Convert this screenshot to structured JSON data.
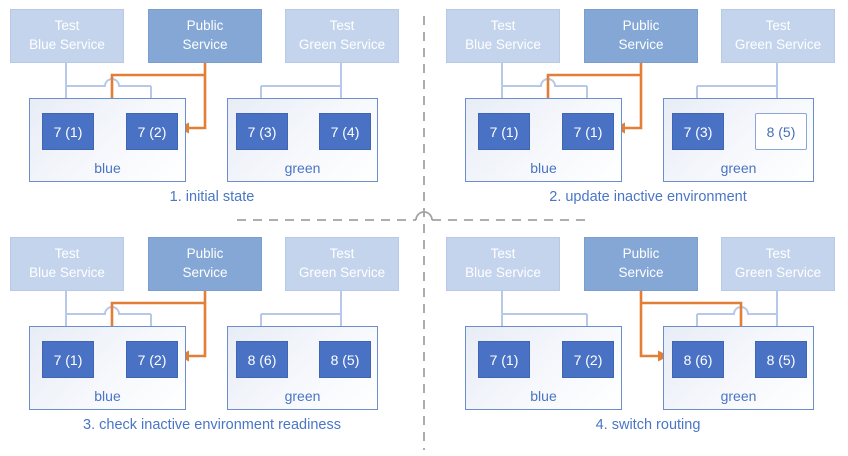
{
  "diagram": {
    "subject": "blue-green deployment routing states"
  },
  "colors": {
    "service_light_fill": "#c4d4ec",
    "service_public_fill": "#84a7d5",
    "pod_fill": "#4a72c4",
    "env_border": "#6d8ecd",
    "wire_light_blue": "#b7c9e8",
    "wire_orange": "#e27e36",
    "caption_text": "#4a76c6",
    "divider_gray": "#a3a3a3"
  },
  "quadrants": [
    {
      "caption": "1. initial state",
      "services": {
        "test_blue": {
          "line1": "Test",
          "line2": "Blue Service"
        },
        "public": {
          "line1": "Public",
          "line2": "Service"
        },
        "test_green": {
          "line1": "Test",
          "line2": "Green Service"
        }
      },
      "environments": {
        "blue": {
          "label": "blue",
          "pods": [
            {
              "label": "7 (1)"
            },
            {
              "label": "7 (2)"
            }
          ]
        },
        "green": {
          "label": "green",
          "pods": [
            {
              "label": "7 (3)"
            },
            {
              "label": "7 (4)"
            }
          ]
        }
      },
      "public_routes_to": "blue"
    },
    {
      "caption": "2. update inactive environment",
      "services": {
        "test_blue": {
          "line1": "Test",
          "line2": "Blue Service"
        },
        "public": {
          "line1": "Public",
          "line2": "Service"
        },
        "test_green": {
          "line1": "Test",
          "line2": "Green Service"
        }
      },
      "environments": {
        "blue": {
          "label": "blue",
          "pods": [
            {
              "label": "7 (1)"
            },
            {
              "label": "7 (1)"
            }
          ]
        },
        "green": {
          "label": "green",
          "pods": [
            {
              "label": "7 (3)"
            },
            {
              "label": "8 (5)",
              "outlined": true
            }
          ]
        }
      },
      "public_routes_to": "blue"
    },
    {
      "caption": "3. check inactive environment readiness",
      "services": {
        "test_blue": {
          "line1": "Test",
          "line2": "Blue Service"
        },
        "public": {
          "line1": "Public",
          "line2": "Service"
        },
        "test_green": {
          "line1": "Test",
          "line2": "Green Service"
        }
      },
      "environments": {
        "blue": {
          "label": "blue",
          "pods": [
            {
              "label": "7 (1)"
            },
            {
              "label": "7 (2)"
            }
          ]
        },
        "green": {
          "label": "green",
          "pods": [
            {
              "label": "8 (6)"
            },
            {
              "label": "8 (5)"
            }
          ]
        }
      },
      "public_routes_to": "blue"
    },
    {
      "caption": "4. switch routing",
      "services": {
        "test_blue": {
          "line1": "Test",
          "line2": "Blue Service"
        },
        "public": {
          "line1": "Public",
          "line2": "Service"
        },
        "test_green": {
          "line1": "Test",
          "line2": "Green Service"
        }
      },
      "environments": {
        "blue": {
          "label": "blue",
          "pods": [
            {
              "label": "7 (1)"
            },
            {
              "label": "7 (2)"
            }
          ]
        },
        "green": {
          "label": "green",
          "pods": [
            {
              "label": "8 (6)"
            },
            {
              "label": "8 (5)"
            }
          ]
        }
      },
      "public_routes_to": "green"
    }
  ]
}
